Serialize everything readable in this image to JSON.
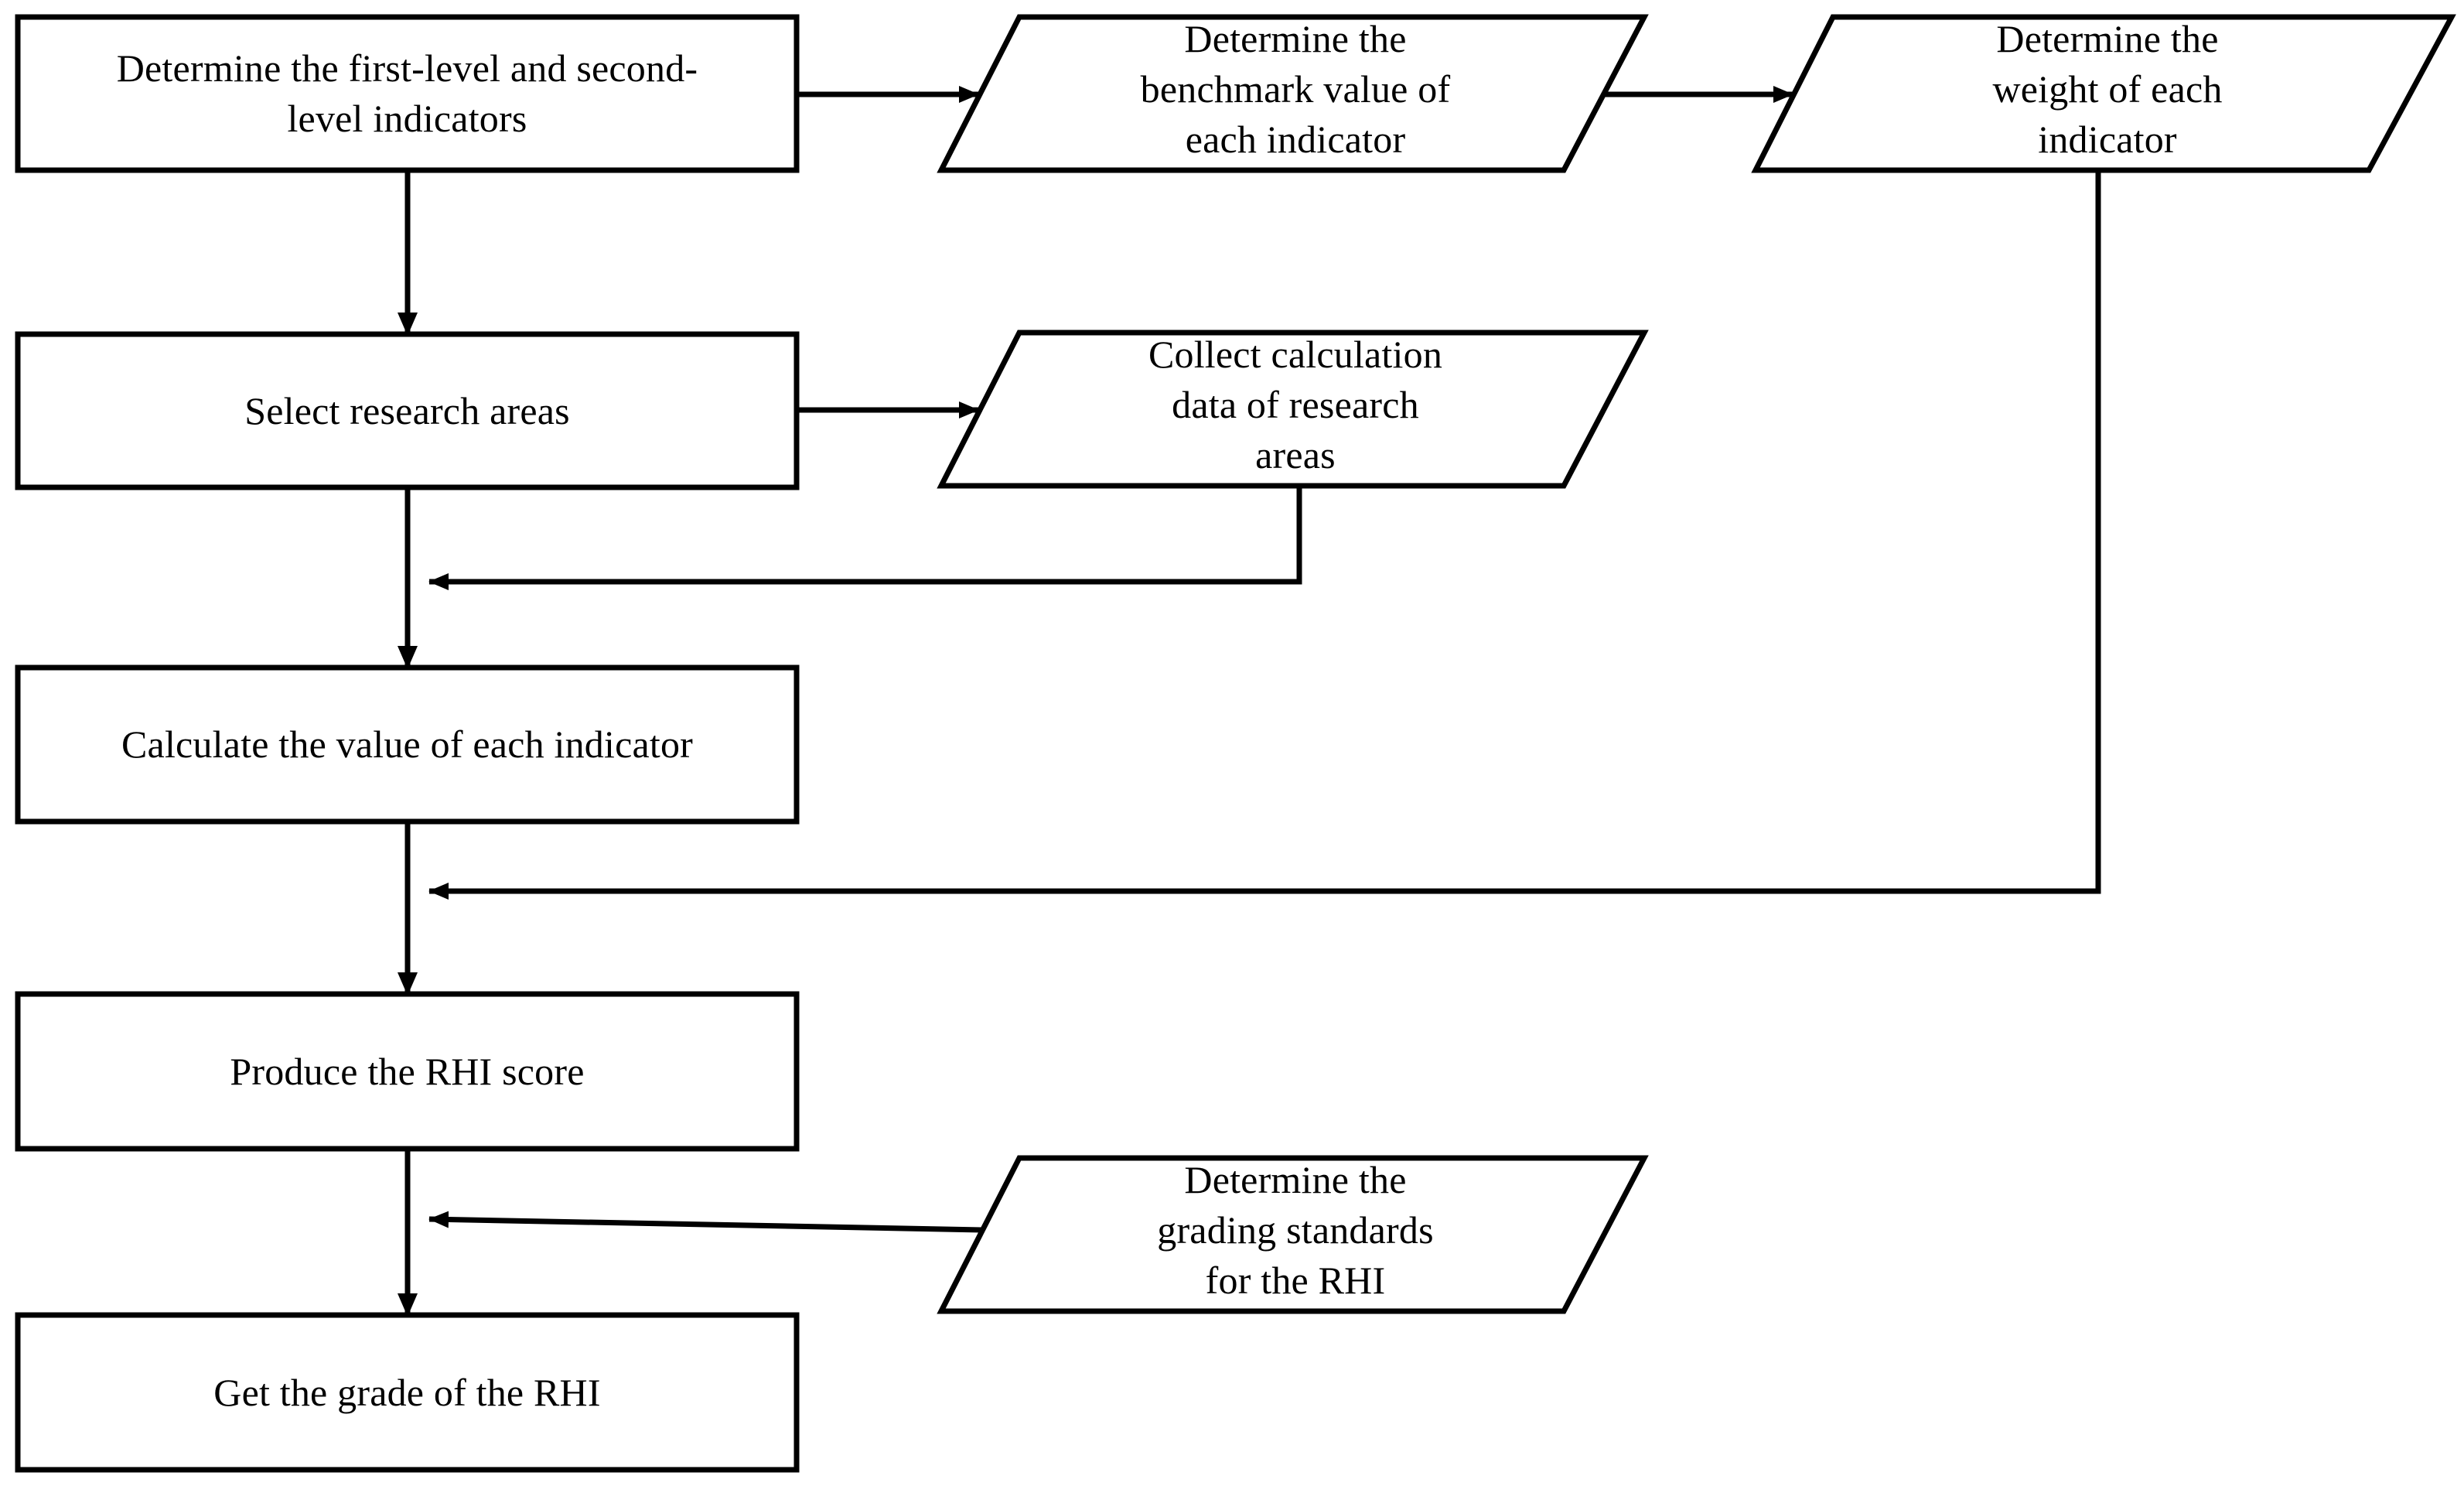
{
  "diagram": {
    "title": "RHI evaluation process flowchart",
    "type": "flowchart",
    "stroke_color": "#000000",
    "fill_color": "#ffffff",
    "background_color": "#ffffff",
    "nodes": [
      {
        "id": "determine-indicators",
        "shape": "process",
        "label": "Determine the first-level and second-\nlevel indicators"
      },
      {
        "id": "determine-benchmark",
        "shape": "data",
        "label": "Determine the\nbenchmark value of\neach indicator"
      },
      {
        "id": "determine-weight",
        "shape": "data",
        "label": "Determine the\nweight of each\nindicator"
      },
      {
        "id": "select-research-areas",
        "shape": "process",
        "label": "Select research areas"
      },
      {
        "id": "collect-data",
        "shape": "data",
        "label": "Collect calculation\ndata of research\nareas"
      },
      {
        "id": "calculate-indicator-value",
        "shape": "process",
        "label": "Calculate the value of each indicator"
      },
      {
        "id": "produce-rhi-score",
        "shape": "process",
        "label": "Produce the RHI score"
      },
      {
        "id": "determine-grading-standards",
        "shape": "data",
        "label": "Determine the\ngrading standards\nfor the RHI"
      },
      {
        "id": "get-rhi-grade",
        "shape": "process",
        "label": "Get the grade of the RHI"
      }
    ],
    "edges": [
      {
        "from": "determine-indicators",
        "to": "determine-benchmark",
        "direction": "right"
      },
      {
        "from": "determine-benchmark",
        "to": "determine-weight",
        "direction": "right"
      },
      {
        "from": "determine-indicators",
        "to": "select-research-areas",
        "direction": "down"
      },
      {
        "from": "select-research-areas",
        "to": "collect-data",
        "direction": "right"
      },
      {
        "from": "collect-data",
        "to": "calculate-indicator-value",
        "direction": "left-down"
      },
      {
        "from": "select-research-areas",
        "to": "calculate-indicator-value",
        "direction": "down"
      },
      {
        "from": "determine-weight",
        "to": "produce-rhi-score",
        "direction": "left-down"
      },
      {
        "from": "calculate-indicator-value",
        "to": "produce-rhi-score",
        "direction": "down"
      },
      {
        "from": "determine-grading-standards",
        "to": "get-rhi-grade",
        "direction": "left"
      },
      {
        "from": "produce-rhi-score",
        "to": "get-rhi-grade",
        "direction": "down"
      }
    ]
  }
}
